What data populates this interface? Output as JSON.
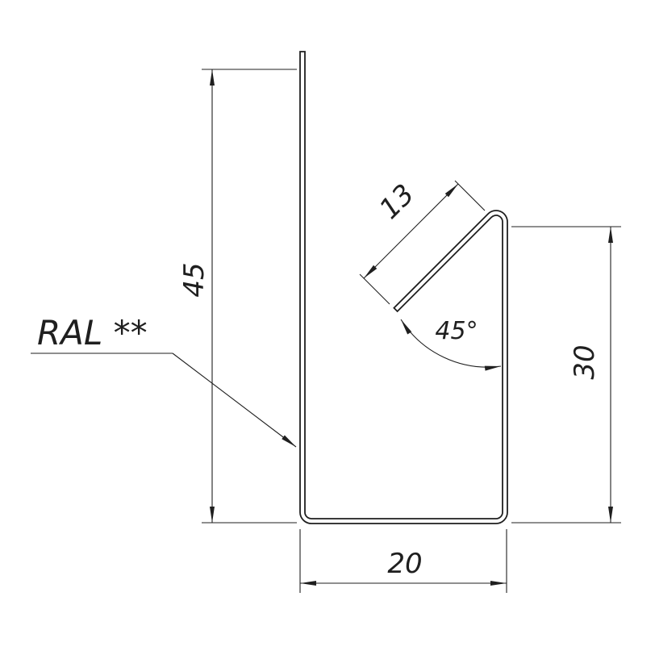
{
  "diagram": {
    "label": "RAL **",
    "dimensions": {
      "left_height": "45",
      "flange_length": "13",
      "bend_angle": "45°",
      "right_height": "30",
      "bottom_width": "20"
    },
    "colors": {
      "line": "#1f1f1f",
      "background": "#ffffff"
    }
  }
}
